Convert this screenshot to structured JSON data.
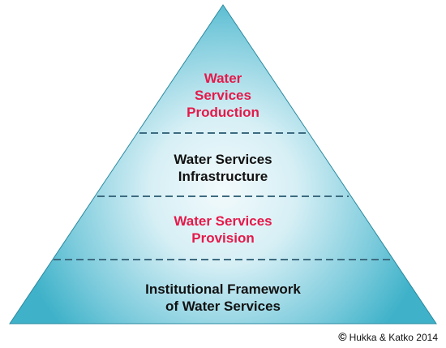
{
  "colors": {
    "accent_red": "#e5194a",
    "text_dark": "#111111",
    "pyramid_outer": "#3fb2c9",
    "pyramid_inner": "#f2fafc",
    "divider": "#3d6b80"
  },
  "pyramid": {
    "levels": [
      {
        "line1": "Water",
        "line2": "Services",
        "line3": "Production"
      },
      {
        "line1": "Water Services",
        "line2": "Infrastructure"
      },
      {
        "line1": "Water Services",
        "line2": "Provision"
      },
      {
        "line1": "Institutional Framework",
        "line2": "of Water Services"
      }
    ]
  },
  "footer": {
    "copyright_symbol": "©",
    "copyright_text": "Hukka & Katko 2014"
  }
}
